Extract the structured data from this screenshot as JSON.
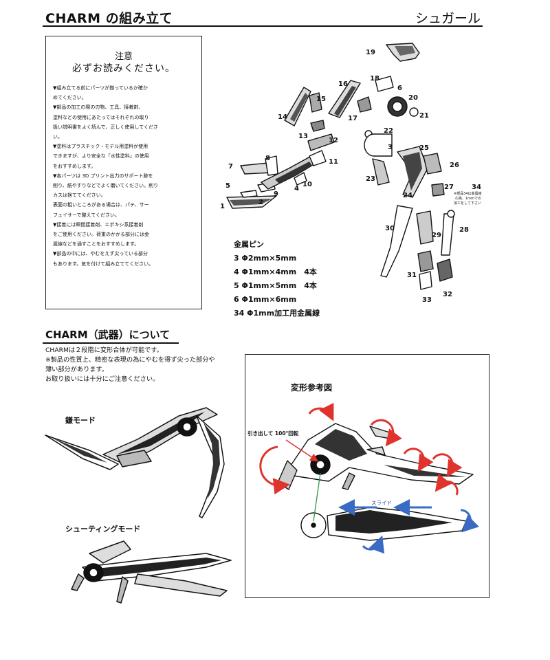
{
  "header": {
    "title": "CHARM の組み立て",
    "right": "シュガール"
  },
  "notice": {
    "title": "注意",
    "subtitle": "必ずお読みください。",
    "lines": [
      "▼組み立てる前にパーツが揃っているか確か",
      "めてください。",
      "▼部品の加工の際の刃物、工具、接着剤、",
      "塗料などの使用にあたってはそれぞれの取り",
      "扱い説明書をよく読んで、正しく使用してくださ",
      "い。",
      "▼塗料はプラスチック・モデル用塗料が使用",
      "できますが、より安全な「水性塗料」の使用",
      "をおすすめします。",
      "▼各パーツは 3D プリント出力のサポート跡を",
      "削り、紙やすりなどでよく磨いてください。削り",
      "カスは捨ててください。",
      "表面の粗いところがある場合は、パテ、サー",
      "フェイサーで整えてください。",
      "▼接着には瞬間接着剤、エポキシ系接着剤",
      "をご使用ください。荷重のかかる部分には金",
      "属線などを通すことをおすすめします。",
      "▼部品の中には、やむをえず尖っている部分",
      "もあります。気を付けて組み立ててください。"
    ]
  },
  "parts_numbers": [
    "1",
    "2",
    "3",
    "4",
    "5",
    "6",
    "7",
    "8",
    "9",
    "10",
    "11",
    "12",
    "13",
    "14",
    "15",
    "16",
    "17",
    "18",
    "19",
    "20",
    "21",
    "22",
    "23",
    "24",
    "25",
    "26",
    "27",
    "28",
    "29",
    "30",
    "31",
    "32",
    "33",
    "34"
  ],
  "annotation_34": [
    "※部品34は金属線",
    "の為、1mmでの",
    "加工をして下さい"
  ],
  "pins": {
    "title": "金属ピン",
    "items": [
      "3 Φ2mm×5mm",
      "4 Φ1mm×4mm　4本",
      "5 Φ1mm×5mm　4本",
      "6 Φ1mm×6mm",
      "34 Φ1mm加工用金属線"
    ]
  },
  "section2": {
    "title": "CHARM（武器）について",
    "lines": [
      "CHARMは２段階に変形合体が可能です。",
      "※製品の性質上、精密な表現の為にやむを得ず尖った部分や",
      "薄い部分があります。",
      "お取り扱いには十分にご注意ください。"
    ]
  },
  "modes": {
    "scythe": "鎌モード",
    "shooting": "シューティングモード"
  },
  "reference": {
    "title": "変形参考図",
    "pull_label": "引き出して 100°回転",
    "slide_label": "スライド"
  },
  "colors": {
    "red_arrow": "#e0332e",
    "blue_arrow": "#3a6bc4",
    "green_line": "#2e9a3c"
  }
}
